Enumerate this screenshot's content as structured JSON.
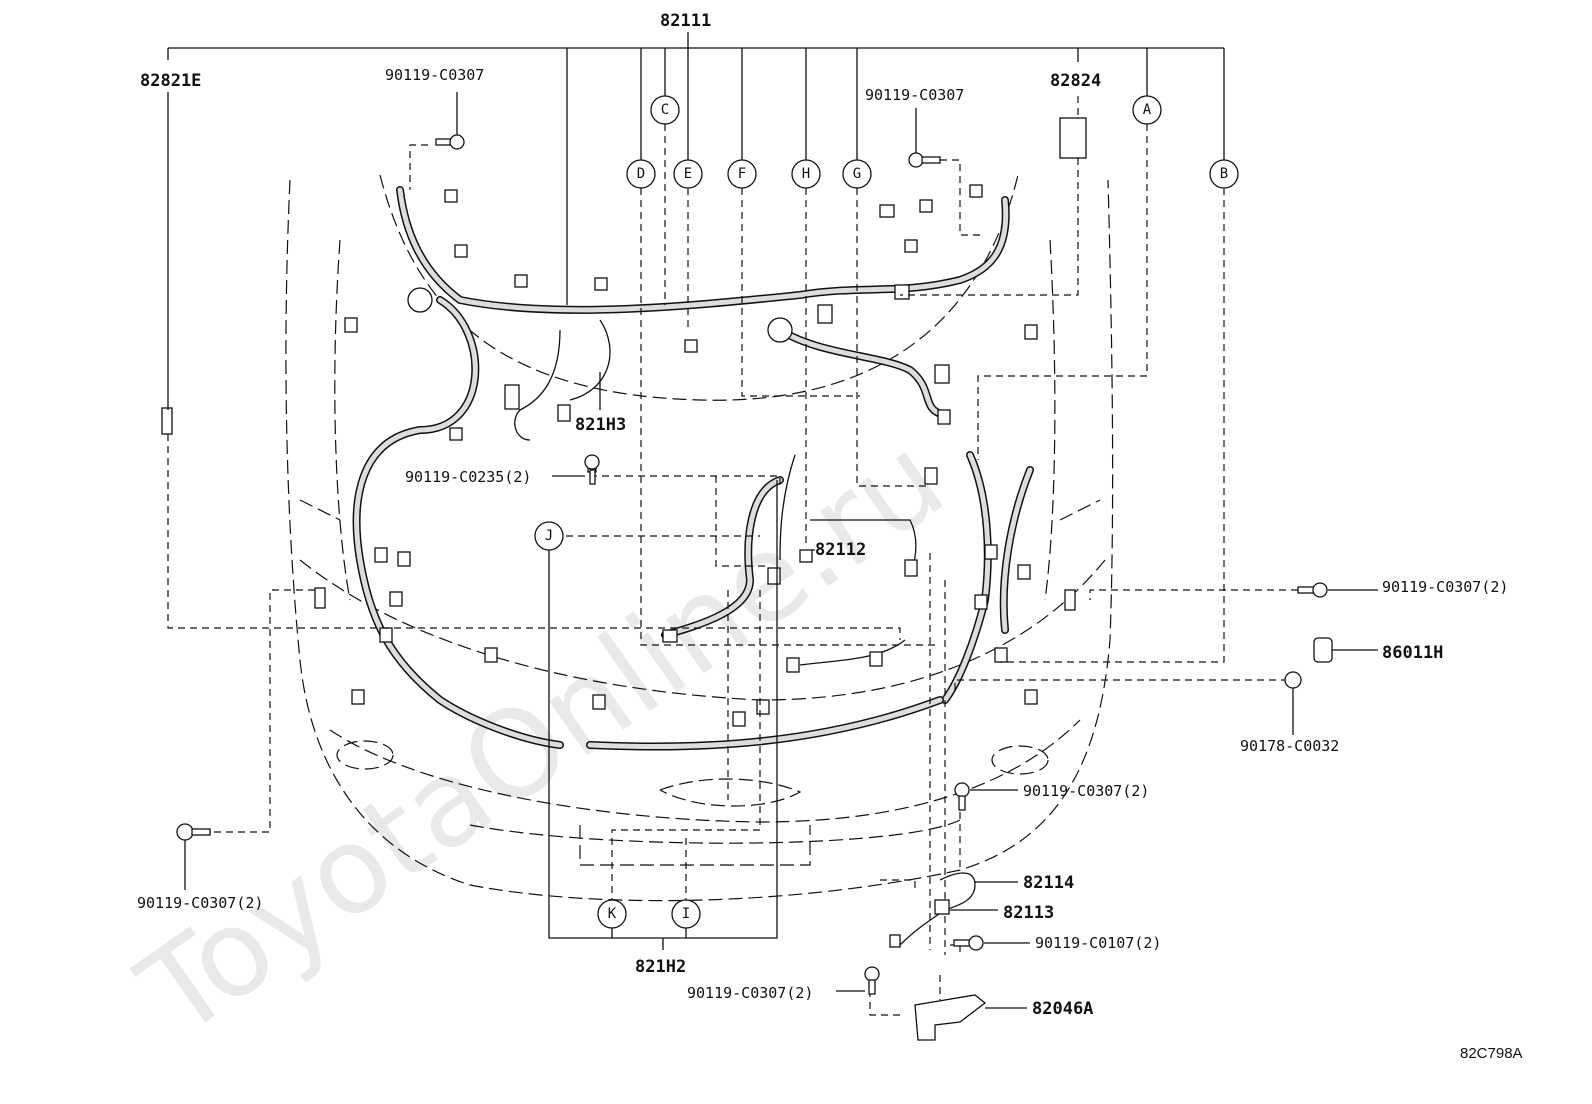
{
  "watermark": "ToyotaOnline.ru",
  "diagram_code": "82C798A",
  "parts": {
    "p82111": "82111",
    "p82821E": "82821E",
    "p82824": "82824",
    "p821H3": "821H3",
    "p82112": "82112",
    "p821H2": "821H2",
    "p86011H": "86011H",
    "p82114": "82114",
    "p82113": "82113",
    "p82046A": "82046A",
    "b_c0307_a": "90119-C0307",
    "b_c0307_b": "90119-C0307",
    "b_c0235": "90119-C0235(2)",
    "b_c0307_r": "90119-C0307(2)",
    "b_c0032": "90178-C0032",
    "b_c0307_l": "90119-C0307(2)",
    "b_c0307_m": "90119-C0307(2)",
    "b_c0107": "90119-C0107(2)",
    "b_c0307_bt": "90119-C0307(2)"
  },
  "callouts": {
    "A": "A",
    "B": "B",
    "C": "C",
    "D": "D",
    "E": "E",
    "F": "F",
    "G": "G",
    "H": "H",
    "I": "I",
    "J": "J",
    "K": "K"
  }
}
